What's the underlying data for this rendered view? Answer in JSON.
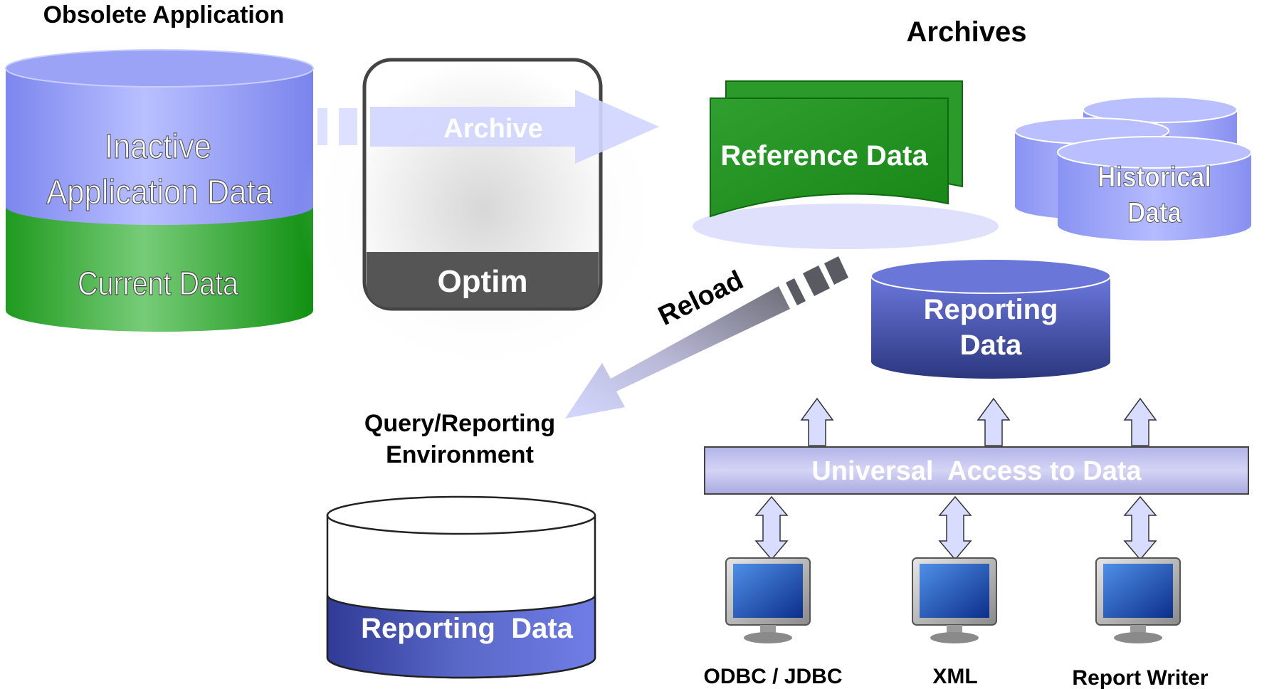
{
  "headings": {
    "obsolete_application": "Obsolete Application",
    "archives": "Archives",
    "query_reporting_line1": "Query/Reporting",
    "query_reporting_line2": "Environment"
  },
  "source_db": {
    "inactive_line1": "Inactive",
    "inactive_line2": "Application Data",
    "current": "Current Data"
  },
  "optim": {
    "label": "Optim",
    "archive_arrow": "Archive"
  },
  "archives": {
    "reference_data": "Reference Data",
    "historical_line1": "Historical",
    "historical_line2": "Data",
    "reporting_line1": "Reporting",
    "reporting_line2": "Data"
  },
  "reload_label": "Reload",
  "query_env": {
    "reporting_data": "Reporting  Data"
  },
  "access_bar": "Universal  Access to Data",
  "clients": [
    {
      "label": "ODBC / JDBC"
    },
    {
      "label": "XML"
    },
    {
      "label": "Report Writer"
    }
  ],
  "colors": {
    "periwinkle": "#8c96f0",
    "green": "#33a833",
    "navy": "#3d4aa3",
    "optim_gray": "#555555"
  }
}
